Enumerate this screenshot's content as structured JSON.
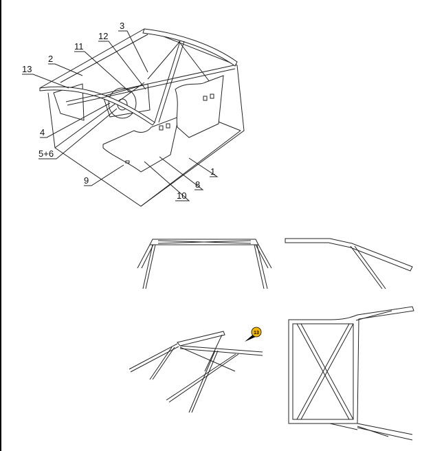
{
  "diagram": {
    "labels": [
      "1",
      "2",
      "3",
      "4",
      "5+6",
      "8",
      "9",
      "10",
      "11",
      "12",
      "13"
    ],
    "callout_badge": "13",
    "colors": {
      "line": "#222222",
      "badge": "#f2b705"
    }
  }
}
